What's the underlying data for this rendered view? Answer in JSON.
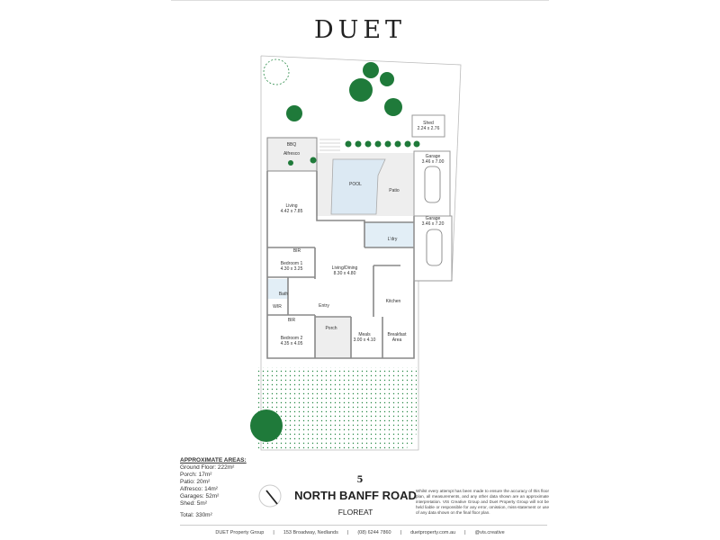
{
  "brand": "DUET",
  "plan": {
    "rooms": {
      "bbq": "BBQ",
      "alfresco": "Alfresco",
      "living_name": "Living",
      "living_dims": "4.42 x 7.85",
      "pool": "POOL",
      "patio": "Patio",
      "shed_name": "Shed",
      "shed_dims": "2.24 x 2.76",
      "garage1_name": "Garage",
      "garage1_dims": "3.46 x 7.00",
      "garage2_name": "Garage",
      "garage2_dims": "3.46 x 7.20",
      "laundry": "L'dry",
      "bed1_name": "Bedroom 1",
      "bed1_dims": "4.30 x 3.25",
      "bir1": "BIR",
      "living_dining_name": "Living/Dining",
      "living_dining_dims": "8.30 x 4.80",
      "bath": "Bath",
      "wir": "WIR",
      "entry": "Entry",
      "kitchen": "Kitchen",
      "bir2": "BIR",
      "bed2_name": "Bedroom 2",
      "bed2_dims": "4.35 x 4.05",
      "porch": "Porch",
      "meals_name": "Meals",
      "meals_dims": "3.00 x 4.10",
      "breakfast": "Breakfast Area"
    }
  },
  "areas": {
    "heading": "APPROXIMATE AREAS:",
    "items": [
      "Ground Floor: 222m²",
      "Porch: 17m²",
      "Patio: 20m²",
      "Alfresco: 14m²",
      "Garages: 52m²",
      "Shed: 5m²"
    ],
    "total": "Total: 330m²"
  },
  "address": {
    "number": "5",
    "street": "NORTH BANFF ROAD",
    "suburb": "FLOREAT"
  },
  "disclaimer": "Whilst every attempt has been made to ensure the accuracy of this floor plan, all measurements, and any other data shown are an approximate interpretation. VIS Creative Group and Duet Property Group will not be held liable or responsible for any error, omission, miss-statement or use of any data shown on the final floor plan.",
  "footer": [
    "DUET Property Group",
    "|",
    "153 Broadway, Nedlands",
    "|",
    "(08) 6244 7860",
    "|",
    "duetproperty.com.au",
    "|",
    "@vis.creative"
  ],
  "colors": {
    "tree": "#1f7a3a",
    "pool": "#dce9f3",
    "patio": "#ececec",
    "wall": "#888888"
  }
}
